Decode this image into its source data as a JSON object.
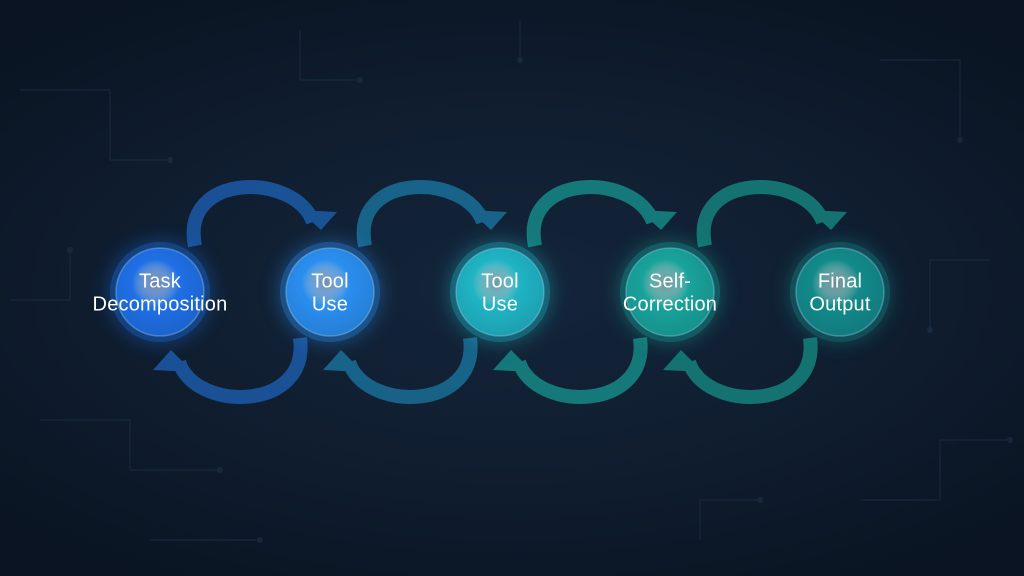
{
  "diagram": {
    "nodes": [
      {
        "id": "task-decomposition",
        "lines": [
          "Task",
          "Decomposition"
        ],
        "color": "#1f6fe6"
      },
      {
        "id": "tool-use-1",
        "lines": [
          "Tool",
          "Use"
        ],
        "color": "#2a8ef0"
      },
      {
        "id": "tool-use-2",
        "lines": [
          "Tool",
          "Use"
        ],
        "color": "#1fb4c4"
      },
      {
        "id": "self-correction",
        "lines": [
          "Self-",
          "Correction"
        ],
        "color": "#18a39a"
      },
      {
        "id": "final-output",
        "lines": [
          "Final",
          "Output"
        ],
        "color": "#128a8a"
      }
    ],
    "loops": [
      {
        "from": "task-decomposition",
        "to": "tool-use-1",
        "color": "#1c5ba8"
      },
      {
        "from": "tool-use-1",
        "to": "tool-use-2",
        "color": "#1a6f98"
      },
      {
        "from": "tool-use-2",
        "to": "self-correction",
        "color": "#168886"
      },
      {
        "from": "self-correction",
        "to": "final-output",
        "color": "#15827c"
      }
    ]
  }
}
